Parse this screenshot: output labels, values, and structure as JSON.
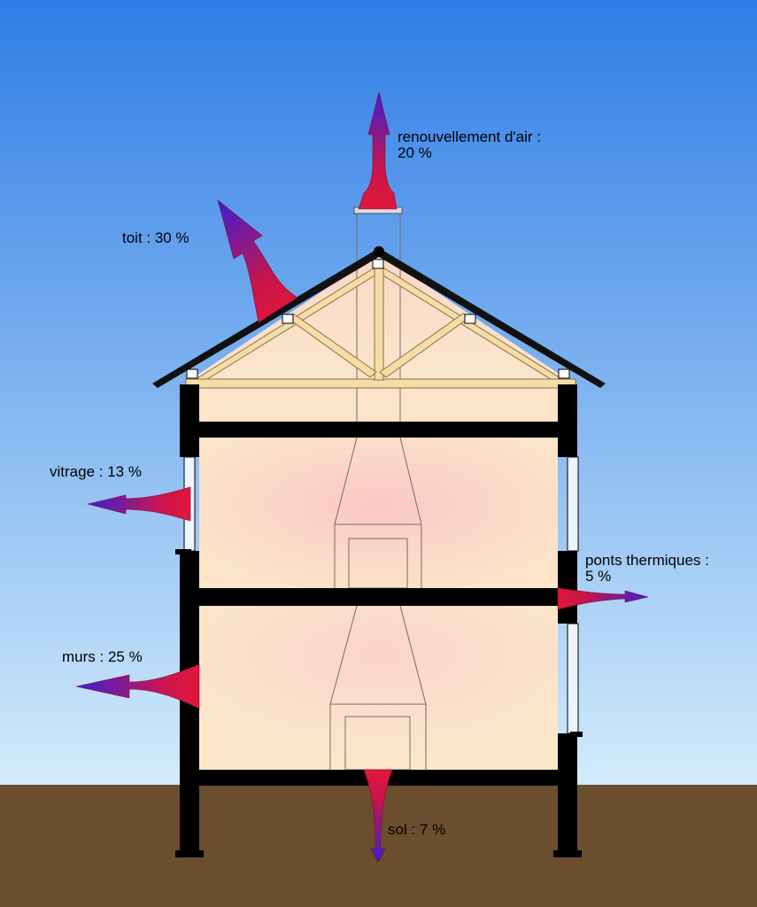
{
  "labels": {
    "air_line1": "renouvellement d'air :",
    "air_line2": "20 %",
    "roof": "toit : 30 %",
    "glazing": "vitrage : 13 %",
    "bridges_line1": "ponts thermiques :",
    "bridges_line2": "5 %",
    "walls": "murs : 25 %",
    "floor": "sol : 7 %"
  },
  "losses_percent": {
    "renouvellement d'air": 20,
    "toit": 30,
    "vitrage": 13,
    "ponts thermiques": 5,
    "murs": 25,
    "sol": 7
  },
  "colors": {
    "sky_top": "#2f7de6",
    "sky_bottom": "#cfe9fb",
    "ground": "#6b4e2e",
    "interior": "#fbe3c7",
    "interior_warm": "#fbcbc4",
    "truss": "#f6dca6",
    "structure": "#000000",
    "arrow_hot": "#e0163a",
    "arrow_cold": "#3a1fd6"
  }
}
